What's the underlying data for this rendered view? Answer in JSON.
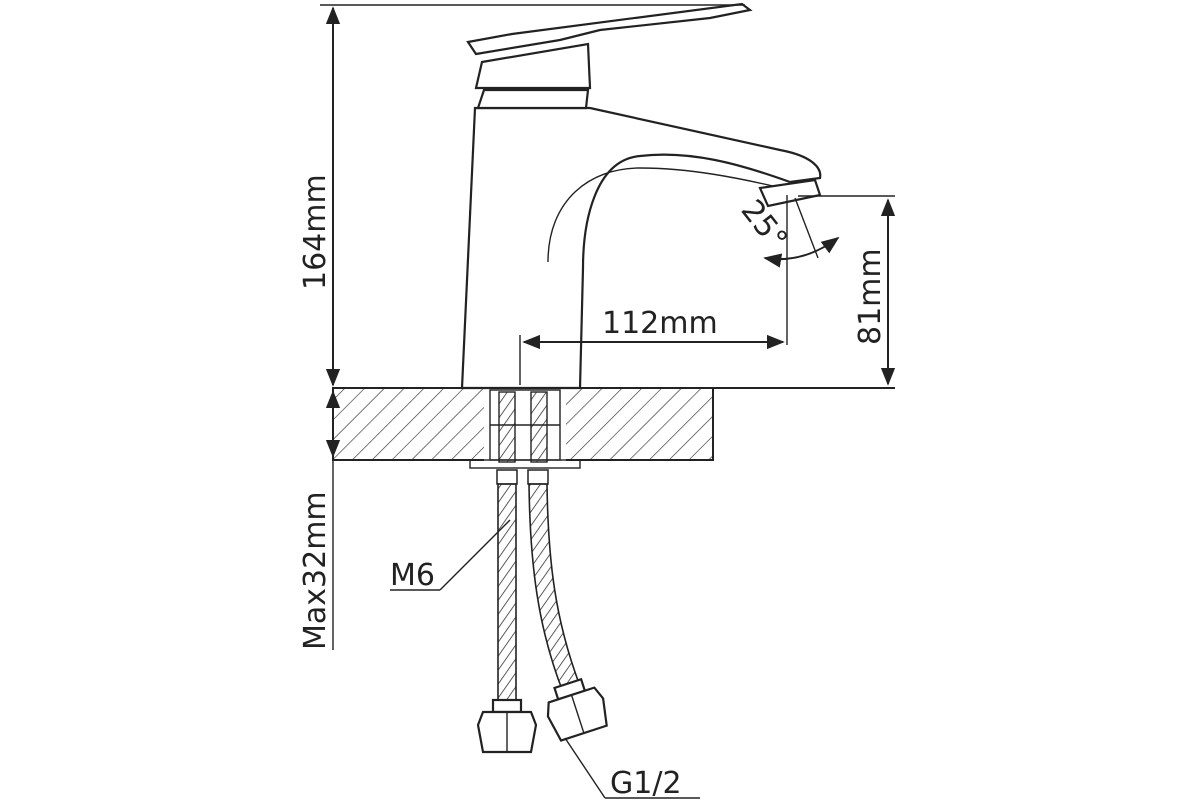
{
  "dimensions": {
    "height_total": "164mm",
    "spout_reach": "112mm",
    "spout_height": "81mm",
    "max_deck_thickness": "Max32mm",
    "swivel_angle": "25°"
  },
  "callouts": {
    "stud_thread": "M6",
    "hose_connection": "G1/2"
  }
}
